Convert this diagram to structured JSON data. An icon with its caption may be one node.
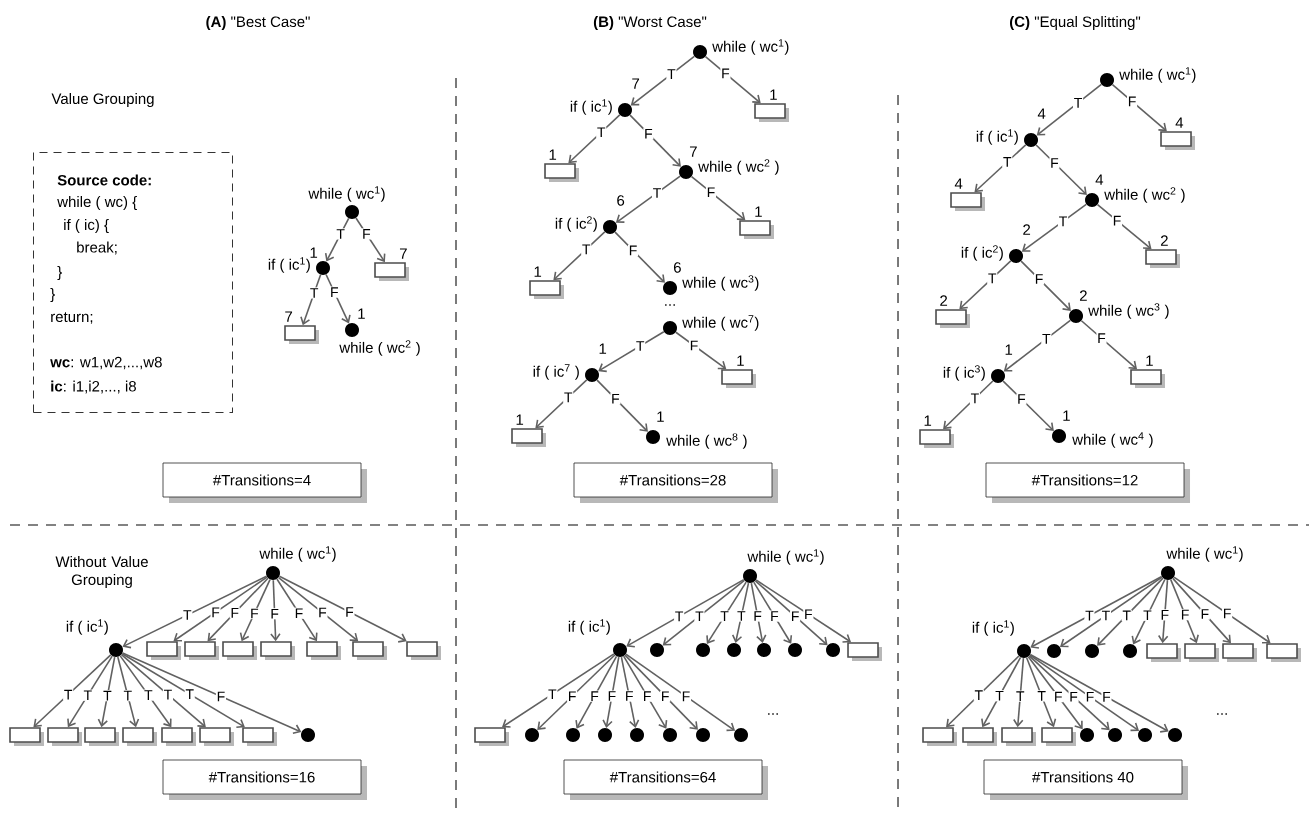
{
  "diagram": {
    "nodes": [
      {
        "text": [
          "Source code:",
          "while ( wc) {",
          "if ( ic) {",
          "break;",
          "}",
          "}",
          "return;",
          "**wc**: w1,w2,...,w8",
          "**ic**: i1,i2,..., i8"
        ]
      },
      {
        "text": [],
        "shape": "circle",
        "beside": [
          "while ( wc$^{1}$)"
        ]
      },
      {
        "text": [],
        "shape": "circle",
        "beside": [
          "if ( ic$^{1}$)",
          "1"
        ]
      },
      {
        "text": [],
        "shape": "box",
        "beside": [
          "7"
        ]
      },
      {
        "text": [],
        "shape": "box",
        "beside": [
          "7"
        ]
      },
      {
        "text": [],
        "shape": "circle",
        "beside": [
          "while ( wc$^{2}$ )",
          "1"
        ]
      },
      {
        "text": [
          "#Transitions=4"
        ]
      },
      {
        "text": [],
        "shape": "circle",
        "beside": [
          "while ( wc$^{1}$)"
        ]
      },
      {
        "text": [],
        "shape": "circle",
        "beside": [
          "if ( ic$^{1}$)",
          "7"
        ]
      },
      {
        "text": [],
        "shape": "box",
        "beside": [
          "1"
        ]
      },
      {
        "text": [],
        "shape": "box",
        "beside": [
          "1"
        ]
      },
      {
        "text": [],
        "shape": "circle",
        "beside": [
          "while ( wc$^{2}$ )",
          "7"
        ]
      },
      {
        "text": [],
        "shape": "circle",
        "beside": [
          "if ( ic$^{2}$)",
          "6"
        ]
      },
      {
        "text": [],
        "shape": "box",
        "beside": [
          "1"
        ]
      },
      {
        "text": [],
        "shape": "box",
        "beside": [
          "1"
        ]
      },
      {
        "text": [],
        "shape": "circle",
        "beside": [
          "while ( wc$^{3}$)",
          "6"
        ]
      },
      {
        "text": [],
        "shape": "circle",
        "beside": [
          "while ( wc$^{7}$)"
        ]
      },
      {
        "text": [],
        "shape": "circle",
        "beside": [
          "if ( ic$^{7}$ )",
          "1"
        ]
      },
      {
        "text": [],
        "shape": "box",
        "beside": [
          "1"
        ]
      },
      {
        "text": [],
        "shape": "box",
        "beside": [
          "1"
        ]
      },
      {
        "text": [],
        "shape": "circle",
        "beside": [
          "while ( wc$^{8}$ )",
          "1"
        ]
      },
      {
        "text": [
          "#Transitions=28"
        ]
      },
      {
        "text": [],
        "shape": "circle",
        "beside": [
          "while ( wc$^{1}$)"
        ]
      },
      {
        "text": [],
        "shape": "circle",
        "beside": [
          "if ( ic$^{1}$)",
          "4"
        ]
      },
      {
        "text": [],
        "shape": "box",
        "beside": [
          "4"
        ]
      },
      {
        "text": [],
        "shape": "box",
        "beside": [
          "4"
        ]
      },
      {
        "text": [],
        "shape": "circle",
        "beside": [
          "while ( wc$^{2}$ )",
          "4"
        ]
      },
      {
        "text": [],
        "shape": "circle",
        "beside": [
          "if ( ic$^{2}$)",
          "2"
        ]
      },
      {
        "text": [],
        "shape": "box",
        "beside": [
          "2"
        ]
      },
      {
        "text": [],
        "shape": "box",
        "beside": [
          "2"
        ]
      },
      {
        "text": [],
        "shape": "circle",
        "beside": [
          "while ( wc$^{3}$ )",
          "2"
        ]
      },
      {
        "text": [],
        "shape": "circle",
        "beside": [
          "if ( ic$^{3}$)",
          "1"
        ]
      },
      {
        "text": [],
        "shape": "box",
        "beside": [
          "1"
        ]
      },
      {
        "text": [],
        "shape": "box",
        "beside": [
          "1"
        ]
      },
      {
        "text": [],
        "shape": "circle",
        "beside": [
          "while ( wc$^{4}$ )",
          "1"
        ]
      },
      {
        "text": [
          "#Transitions=12"
        ]
      },
      {
        "text": [],
        "shape": "circle",
        "beside": [
          "while ( wc$^{1}$)"
        ]
      },
      {
        "text": [],
        "shape": "circle",
        "beside": [
          "if ( ic$^{1}$)"
        ]
      },
      {
        "text": [],
        "shape": "box"
      },
      {
        "text": [],
        "shape": "box"
      },
      {
        "text": [],
        "shape": "box"
      },
      {
        "text": [],
        "shape": "box"
      },
      {
        "text": [],
        "shape": "box"
      },
      {
        "text": [],
        "shape": "box"
      },
      {
        "text": [],
        "shape": "box"
      },
      {
        "text": [],
        "shape": "box"
      },
      {
        "text": [],
        "shape": "box"
      },
      {
        "text": [],
        "shape": "box"
      },
      {
        "text": [],
        "shape": "box"
      },
      {
        "text": [],
        "shape": "box"
      },
      {
        "text": [],
        "shape": "box"
      },
      {
        "text": [],
        "shape": "box"
      },
      {
        "text": [],
        "shape": "circle"
      },
      {
        "text": [
          "#Transitions=16"
        ]
      },
      {
        "text": [],
        "shape": "circle",
        "beside": [
          "while ( wc$^{1}$)"
        ]
      },
      {
        "text": [],
        "shape": "circle",
        "beside": [
          "if ( ic$^{1}$)"
        ]
      },
      {
        "text": [],
        "shape": "circle"
      },
      {
        "text": [],
        "shape": "circle"
      },
      {
        "text": [],
        "shape": "circle"
      },
      {
        "text": [],
        "shape": "circle"
      },
      {
        "text": [],
        "shape": "circle"
      },
      {
        "text": [],
        "shape": "circle"
      },
      {
        "text": [],
        "shape": "box"
      },
      {
        "text": [],
        "shape": "box"
      },
      {
        "text": [],
        "shape": "circle"
      },
      {
        "text": [],
        "shape": "circle"
      },
      {
        "text": [],
        "shape": "circle"
      },
      {
        "text": [],
        "shape": "circle"
      },
      {
        "text": [],
        "shape": "circle"
      },
      {
        "text": [],
        "shape": "circle"
      },
      {
        "text": [],
        "shape": "circle"
      },
      {
        "text": [
          "#Transitions=64"
        ]
      },
      {
        "text": [],
        "shape": "circle",
        "beside": [
          "while ( wc$^{1}$)"
        ]
      },
      {
        "text": [],
        "shape": "circle",
        "beside": [
          "if ( ic$^{1}$)"
        ]
      },
      {
        "text": [],
        "shape": "circle"
      },
      {
        "text": [],
        "shape": "circle"
      },
      {
        "text": [],
        "shape": "circle"
      },
      {
        "text": [],
        "shape": "box"
      },
      {
        "text": [],
        "shape": "box"
      },
      {
        "text": [],
        "shape": "box"
      },
      {
        "text": [],
        "shape": "box"
      },
      {
        "text": [],
        "shape": "box"
      },
      {
        "text": [],
        "shape": "box"
      },
      {
        "text": [],
        "shape": "box"
      },
      {
        "text": [],
        "shape": "box"
      },
      {
        "text": [],
        "shape": "circle"
      },
      {
        "text": [],
        "shape": "circle"
      },
      {
        "text": [],
        "shape": "circle"
      },
      {
        "text": [],
        "shape": "circle"
      },
      {
        "text": [
          "#Transitions 40"
        ]
      }
    ],
    "edges": [
      {
        "from": 1,
        "to": 2,
        "arrow": "to",
        "label": "T"
      },
      {
        "from": 1,
        "to": 3,
        "arrow": "to",
        "label": "F"
      },
      {
        "from": 2,
        "to": 4,
        "arrow": "to",
        "label": "T"
      },
      {
        "from": 2,
        "to": 5,
        "arrow": "to",
        "label": "F"
      },
      {
        "from": 7,
        "to": 8,
        "arrow": "to",
        "label": "T"
      },
      {
        "from": 7,
        "to": 9,
        "arrow": "to",
        "label": "F"
      },
      {
        "from": 8,
        "to": 10,
        "arrow": "to",
        "label": "T"
      },
      {
        "from": 8,
        "to": 11,
        "arrow": "to",
        "label": "F"
      },
      {
        "from": 11,
        "to": 12,
        "arrow": "to",
        "label": "T"
      },
      {
        "from": 11,
        "to": 13,
        "arrow": "to",
        "label": "F"
      },
      {
        "from": 12,
        "to": 14,
        "arrow": "to",
        "label": "T"
      },
      {
        "from": 12,
        "to": 15,
        "arrow": "to",
        "label": "F"
      },
      {
        "from": 16,
        "to": 17,
        "arrow": "to",
        "label": "T"
      },
      {
        "from": 16,
        "to": 18,
        "arrow": "to",
        "label": "F"
      },
      {
        "from": 17,
        "to": 19,
        "arrow": "to",
        "label": "T"
      },
      {
        "from": 17,
        "to": 20,
        "arrow": "to",
        "label": "F"
      },
      {
        "from": 22,
        "to": 23,
        "arrow": "to",
        "label": "T"
      },
      {
        "from": 22,
        "to": 24,
        "arrow": "to",
        "label": "F"
      },
      {
        "from": 23,
        "to": 25,
        "arrow": "to",
        "label": "T"
      },
      {
        "from": 23,
        "to": 26,
        "arrow": "to",
        "label": "F"
      },
      {
        "from": 26,
        "to": 27,
        "arrow": "to",
        "label": "T"
      },
      {
        "from": 26,
        "to": 28,
        "arrow": "to",
        "label": "F"
      },
      {
        "from": 27,
        "to": 29,
        "arrow": "to",
        "label": "T"
      },
      {
        "from": 27,
        "to": 30,
        "arrow": "to",
        "label": "F"
      },
      {
        "from": 30,
        "to": 31,
        "arrow": "to",
        "label": "T"
      },
      {
        "from": 30,
        "to": 32,
        "arrow": "to",
        "label": "F"
      },
      {
        "from": 31,
        "to": 33,
        "arrow": "to",
        "label": "T"
      },
      {
        "from": 31,
        "to": 34,
        "arrow": "to",
        "label": "F"
      },
      {
        "from": 36,
        "to": 37,
        "arrow": "to",
        "label": "T"
      },
      {
        "from": 36,
        "to": 38,
        "arrow": "to",
        "label": "F"
      },
      {
        "from": 36,
        "to": 39,
        "arrow": "to",
        "label": "F"
      },
      {
        "from": 36,
        "to": 40,
        "arrow": "to",
        "label": "F"
      },
      {
        "from": 36,
        "to": 41,
        "arrow": "to",
        "label": "F"
      },
      {
        "from": 36,
        "to": 42,
        "arrow": "to",
        "label": "F"
      },
      {
        "from": 36,
        "to": 43,
        "arrow": "to",
        "label": "F"
      },
      {
        "from": 36,
        "to": 44,
        "arrow": "to",
        "label": "F"
      },
      {
        "from": 37,
        "to": 45,
        "arrow": "to",
        "label": "T"
      },
      {
        "from": 37,
        "to": 46,
        "arrow": "to",
        "label": "T"
      },
      {
        "from": 37,
        "to": 47,
        "arrow": "to",
        "label": "T"
      },
      {
        "from": 37,
        "to": 48,
        "arrow": "to",
        "label": "T"
      },
      {
        "from": 37,
        "to": 49,
        "arrow": "to",
        "label": "T"
      },
      {
        "from": 37,
        "to": 50,
        "arrow": "to",
        "label": "T"
      },
      {
        "from": 37,
        "to": 51,
        "arrow": "to",
        "label": "T"
      },
      {
        "from": 37,
        "to": 52,
        "arrow": "to",
        "label": "F"
      },
      {
        "from": 54,
        "to": 55,
        "arrow": "to",
        "label": "T"
      },
      {
        "from": 54,
        "to": 56,
        "arrow": "to",
        "label": "T"
      },
      {
        "from": 54,
        "to": 57,
        "arrow": "to",
        "label": "T"
      },
      {
        "from": 54,
        "to": 58,
        "arrow": "to",
        "label": "T"
      },
      {
        "from": 54,
        "to": 59,
        "arrow": "to",
        "label": "F"
      },
      {
        "from": 54,
        "to": 60,
        "arrow": "to",
        "label": "F"
      },
      {
        "from": 54,
        "to": 61,
        "arrow": "to",
        "label": "F"
      },
      {
        "from": 54,
        "to": 62,
        "arrow": "to",
        "label": "F"
      },
      {
        "from": 55,
        "to": 63,
        "arrow": "to",
        "label": "T"
      },
      {
        "from": 55,
        "to": 64,
        "arrow": "to",
        "label": "F"
      },
      {
        "from": 55,
        "to": 65,
        "arrow": "to",
        "label": "F"
      },
      {
        "from": 55,
        "to": 66,
        "arrow": "to",
        "label": "F"
      },
      {
        "from": 55,
        "to": 67,
        "arrow": "to",
        "label": "F"
      },
      {
        "from": 55,
        "to": 68,
        "arrow": "to",
        "label": "F"
      },
      {
        "from": 55,
        "to": 69,
        "arrow": "to",
        "label": "F"
      },
      {
        "from": 55,
        "to": 70,
        "arrow": "to",
        "label": "F"
      },
      {
        "from": 72,
        "to": 73,
        "arrow": "to",
        "label": "T"
      },
      {
        "from": 72,
        "to": 74,
        "arrow": "to",
        "label": "T"
      },
      {
        "from": 72,
        "to": 75,
        "arrow": "to",
        "label": "T"
      },
      {
        "from": 72,
        "to": 76,
        "arrow": "to",
        "label": "T"
      },
      {
        "from": 72,
        "to": 77,
        "arrow": "to",
        "label": "F"
      },
      {
        "from": 72,
        "to": 78,
        "arrow": "to",
        "label": "F"
      },
      {
        "from": 72,
        "to": 79,
        "arrow": "to",
        "label": "F"
      },
      {
        "from": 72,
        "to": 80,
        "arrow": "to",
        "label": "F"
      },
      {
        "from": 73,
        "to": 81,
        "arrow": "to",
        "label": "T"
      },
      {
        "from": 73,
        "to": 82,
        "arrow": "to",
        "label": "T"
      },
      {
        "from": 73,
        "to": 83,
        "arrow": "to",
        "label": "T"
      },
      {
        "from": 73,
        "to": 84,
        "arrow": "to",
        "label": "T"
      },
      {
        "from": 73,
        "to": 85,
        "arrow": "to",
        "label": "F"
      },
      {
        "from": 73,
        "to": 86,
        "arrow": "to",
        "label": "F"
      },
      {
        "from": 73,
        "to": 87,
        "arrow": "to",
        "label": "F"
      },
      {
        "from": 73,
        "to": 88,
        "arrow": "to",
        "label": "F"
      }
    ],
    "labels": [
      "**(A)** \"Best Case\"",
      "**(B)** \"Worst Case\"",
      "**(C)** \"Equal Splitting\"",
      "Value Grouping",
      "...",
      "Without Value Grouping",
      "...",
      "..."
    ]
  }
}
